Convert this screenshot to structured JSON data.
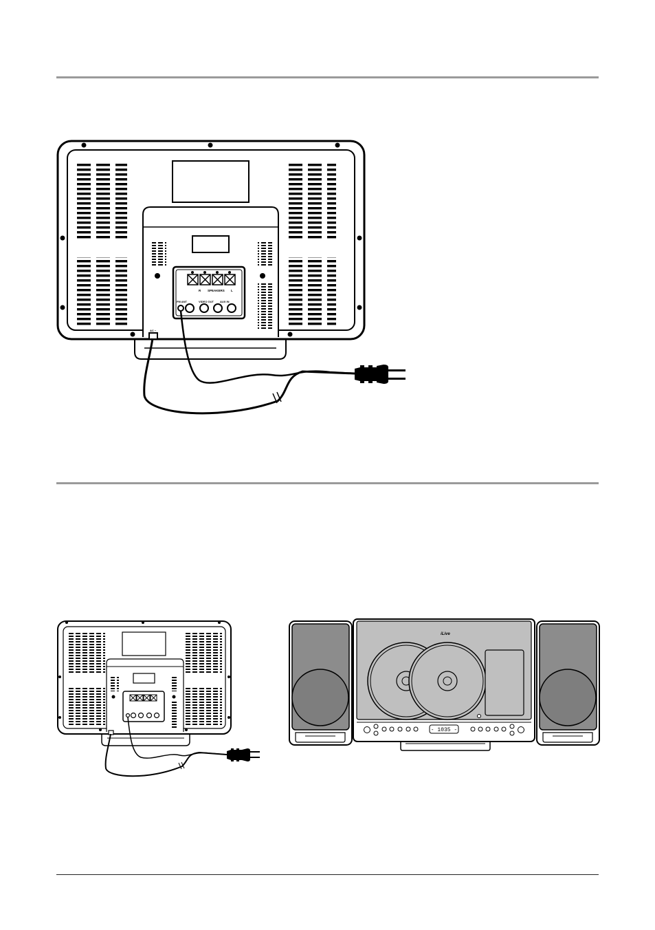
{
  "diagram1": {
    "jacks": {
      "speaker_r": "R",
      "speakers": "SPEAKERS",
      "speaker_l": "L",
      "fm_ant": "FM ANT",
      "video_out": "VIDEO OUT",
      "aux_in": "AUX IN",
      "ac": "AC ~"
    }
  },
  "system": {
    "brand": "iLive",
    "display": "- 1035 -"
  }
}
